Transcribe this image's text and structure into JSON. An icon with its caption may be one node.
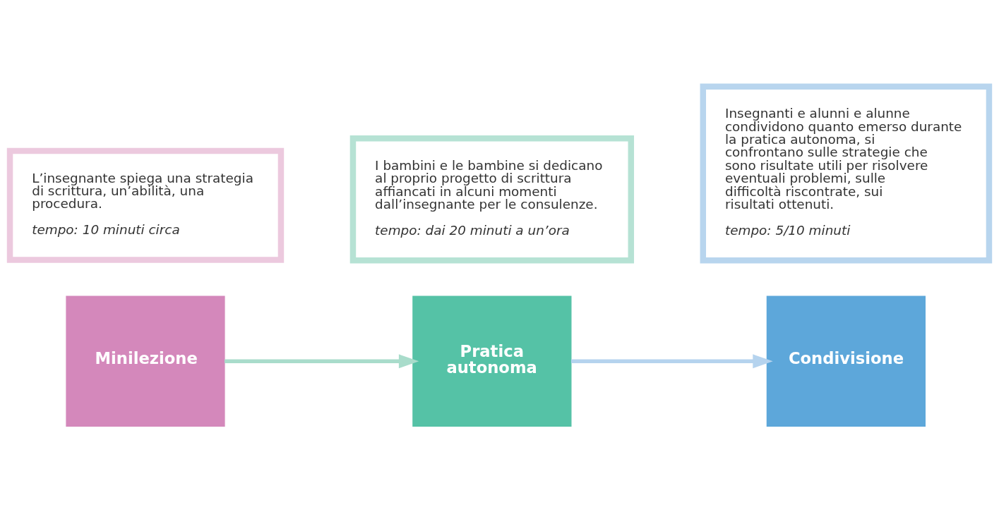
{
  "diagram": {
    "nodes": [
      {
        "text": [
          "Minilezione"
        ]
      },
      {
        "text": [
          "Pratica autonoma"
        ]
      },
      {
        "text": [
          "Condivisione"
        ]
      },
      {
        "text": [
          "L’insegnante spiega una strategia di scrittura, un’abilità, una procedura.",
          "tempo: 10 minuti circa"
        ]
      },
      {
        "text": [
          "I bambini e le bambine si dedicano al proprio progetto di scrittura affiancati in alcuni momenti dall’insegnante per le consulenze.",
          "tempo: dai 20 minuti a un’ora"
        ]
      },
      {
        "text": [
          "Insegnanti e alunni e alunne condividono quanto emerso durante la pratica autonoma, si confrontano sulle strategie che sono risultate utili per risolvere eventuali problemi, sulle difficoltà riscontrate, sui risultati ottenuti.",
          "tempo: 5/10 minuti"
        ]
      }
    ],
    "edges": [
      {
        "from": 0,
        "to": 1,
        "arrow": "to",
        "color": "#a9dccb"
      },
      {
        "from": 1,
        "to": 2,
        "arrow": "to",
        "color": "#b5d3ee"
      }
    ]
  }
}
